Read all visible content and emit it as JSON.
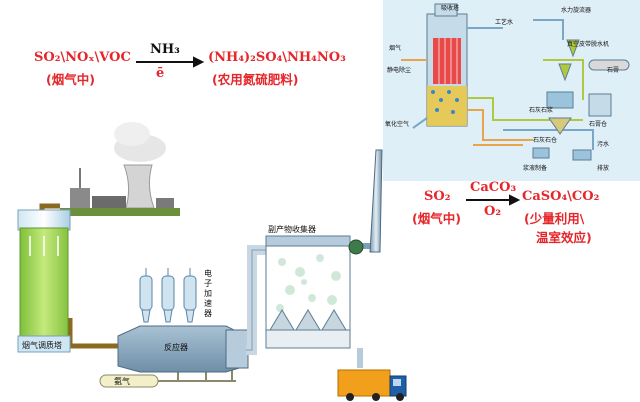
{
  "eq1": {
    "reactants": "SO₂\\NOₓ\\VOC",
    "reactants_note": "(烟气中)",
    "reagent_top": "NH₃",
    "reagent_bottom": "ē",
    "products": "(NH₄)₂SO₄\\NH₄NO₃",
    "products_note": "(农用氮硫肥料)"
  },
  "eq2": {
    "reactants": "SO₂",
    "reactants_note": "(烟气中)",
    "reagent_top": "CaCO₃",
    "reagent_bottom": "O₂",
    "products": "CaSO₄\\CO₂",
    "products_note_1": "(少量利用\\",
    "products_note_2": "温室效应)"
  },
  "plant_labels": {
    "tower": "烟气调质塔",
    "reactor": "反应器",
    "accelerator": "电子加速器",
    "collector": "副产物收集器",
    "ammonia": "氨气"
  },
  "inset_labels": {
    "flue_gas": "烟气",
    "esp": "静电除尘",
    "absorber": "吸收塔",
    "stack_out": "工艺水",
    "water": "水力旋流器",
    "filter": "真空皮带脱水机",
    "gypsum": "石膏",
    "gypsum_store": "石膏仓",
    "oxidation_air": "氧化空气",
    "limestone": "石灰石浆",
    "slurry": "浆液制备",
    "waste_water": "污水",
    "discharge": "排放",
    "limestone_bin": "石灰石仓"
  },
  "colors": {
    "equation_red": "#e5262a",
    "pipe_brown": "#8a6a1f",
    "tower_green": "#a9d86a",
    "steel_blue": "#7d9fb8"
  }
}
